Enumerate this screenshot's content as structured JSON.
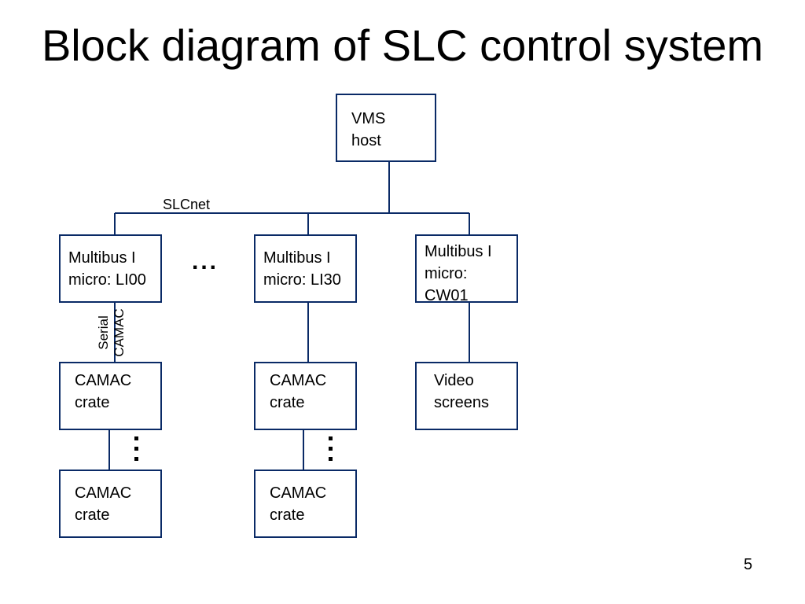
{
  "title": "Block diagram of SLC control system",
  "host": {
    "line1": "VMS",
    "line2": "host"
  },
  "network_label": "SLCnet",
  "micros": [
    {
      "line1": "Multibus I",
      "line2": "micro: LI00",
      "line3": ""
    },
    {
      "line1": "Multibus I",
      "line2": "micro: LI30",
      "line3": ""
    },
    {
      "line1": "Multibus I",
      "line2": "micro:",
      "line3": "CW01"
    }
  ],
  "serial_label": {
    "line1": "Serial",
    "line2": "CAMAC"
  },
  "crates": [
    {
      "line1": "CAMAC",
      "line2": "crate"
    },
    {
      "line1": "CAMAC",
      "line2": "crate"
    },
    {
      "line1": "CAMAC",
      "line2": "crate"
    },
    {
      "line1": "CAMAC",
      "line2": "crate"
    }
  ],
  "video": {
    "line1": "Video",
    "line2": "screens"
  },
  "ellipsis_h": "...",
  "page_number": "5",
  "colors": {
    "box_border": "#0a2a66",
    "line": "#0a2a66",
    "text": "#000000",
    "background": "#ffffff"
  }
}
